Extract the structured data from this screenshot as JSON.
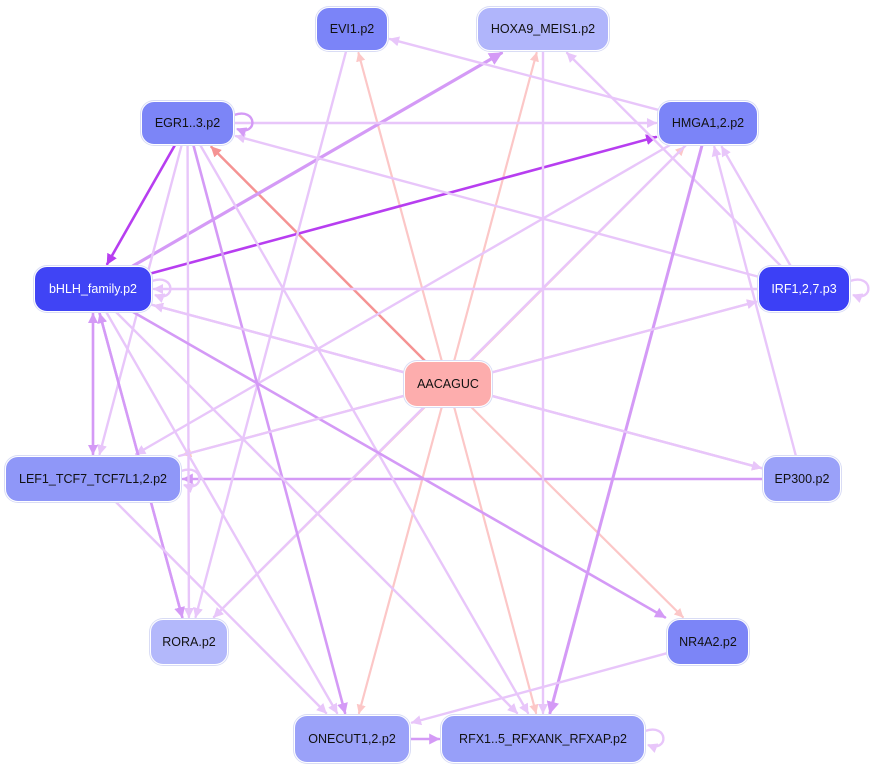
{
  "nodes": {
    "evi1": {
      "label": "EVI1.p2",
      "fill": "#7b84f8",
      "text": "#111111"
    },
    "hoxa9": {
      "label": "HOXA9_MEIS1.p2",
      "fill": "#b0b5fb",
      "text": "#111111"
    },
    "egr": {
      "label": "EGR1..3.p2",
      "fill": "#7c85f7",
      "text": "#111111"
    },
    "hmga": {
      "label": "HMGA1,2.p2",
      "fill": "#7b84f8",
      "text": "#111111"
    },
    "bhlh": {
      "label": "bHLH_family.p2",
      "fill": "#4044f5",
      "text": "#ffffff"
    },
    "irf": {
      "label": "IRF1,2,7.p3",
      "fill": "#3c40f6",
      "text": "#ffffff"
    },
    "aacaguc": {
      "label": "AACAGUC",
      "fill": "#fdadad",
      "text": "#111111"
    },
    "lef1": {
      "label": "LEF1_TCF7_TCF7L1,2.p2",
      "fill": "#8f97f8",
      "text": "#111111"
    },
    "ep300": {
      "label": "EP300.p2",
      "fill": "#9aa1f9",
      "text": "#111111"
    },
    "rora": {
      "label": "RORA.p2",
      "fill": "#b3b8fb",
      "text": "#111111"
    },
    "nr4a2": {
      "label": "NR4A2.p2",
      "fill": "#7c85f7",
      "text": "#111111"
    },
    "onecut": {
      "label": "ONECUT1,2.p2",
      "fill": "#9aa1f9",
      "text": "#111111"
    },
    "rfx": {
      "label": "RFX1..5_RFXANK_RFXAP.p2",
      "fill": "#979ff9",
      "text": "#111111"
    }
  },
  "colors": {
    "strong_purple": "#b73ef0",
    "mid_purple": "#d49af6",
    "light_purple": "#e8c6fa",
    "strong_red": "#f59393",
    "light_red": "#fcc7c7"
  },
  "edges": [
    {
      "from": "aacaguc",
      "to": "egr",
      "color": "strong_red",
      "width": 2.5
    },
    {
      "from": "aacaguc",
      "to": "evi1",
      "color": "light_red",
      "width": 2.2
    },
    {
      "from": "aacaguc",
      "to": "hoxa9",
      "color": "light_red",
      "width": 2.2
    },
    {
      "from": "aacaguc",
      "to": "hmga",
      "color": "light_red",
      "width": 2.2
    },
    {
      "from": "aacaguc",
      "to": "irf",
      "color": "light_red",
      "width": 2.2
    },
    {
      "from": "aacaguc",
      "to": "bhlh",
      "color": "light_red",
      "width": 2.2
    },
    {
      "from": "aacaguc",
      "to": "lef1",
      "color": "light_red",
      "width": 2.2
    },
    {
      "from": "aacaguc",
      "to": "ep300",
      "color": "light_red",
      "width": 2.2
    },
    {
      "from": "aacaguc",
      "to": "rora",
      "color": "light_red",
      "width": 2.2
    },
    {
      "from": "aacaguc",
      "to": "nr4a2",
      "color": "light_red",
      "width": 2.2
    },
    {
      "from": "aacaguc",
      "to": "onecut",
      "color": "light_red",
      "width": 2.2
    },
    {
      "from": "aacaguc",
      "to": "rfx",
      "color": "light_red",
      "width": 2.2
    },
    {
      "from": "egr",
      "to": "bhlh",
      "color": "strong_purple",
      "width": 2.6
    },
    {
      "from": "bhlh",
      "to": "hmga",
      "color": "strong_purple",
      "width": 2.6
    },
    {
      "from": "bhlh",
      "to": "hoxa9",
      "color": "mid_purple",
      "width": 3.2
    },
    {
      "from": "egr",
      "to": "hmga",
      "color": "light_purple",
      "width": 2.4
    },
    {
      "from": "hmga",
      "to": "evi1",
      "color": "light_purple",
      "width": 2.4
    },
    {
      "from": "irf",
      "to": "egr",
      "color": "light_purple",
      "width": 2.4
    },
    {
      "from": "irf",
      "to": "hmga",
      "color": "light_purple",
      "width": 2.4
    },
    {
      "from": "irf",
      "to": "hoxa9",
      "color": "light_purple",
      "width": 2.4
    },
    {
      "from": "ep300",
      "to": "hmga",
      "color": "light_purple",
      "width": 2.4
    },
    {
      "from": "ep300",
      "to": "lef1",
      "color": "mid_purple",
      "width": 2.6
    },
    {
      "from": "ep300",
      "to": "bhlh",
      "color": "light_purple",
      "width": 2.4
    },
    {
      "from": "irf",
      "to": "bhlh",
      "color": "light_purple",
      "width": 2.4
    },
    {
      "from": "hmga",
      "to": "rfx",
      "color": "mid_purple",
      "width": 3.0
    },
    {
      "from": "hmga",
      "to": "lef1",
      "color": "light_purple",
      "width": 2.4
    },
    {
      "from": "hmga",
      "to": "rora",
      "color": "light_purple",
      "width": 2.4
    },
    {
      "from": "evi1",
      "to": "rora",
      "color": "light_purple",
      "width": 2.4
    },
    {
      "from": "hoxa9",
      "to": "rfx",
      "color": "light_purple",
      "width": 2.4
    },
    {
      "from": "egr",
      "to": "onecut",
      "color": "mid_purple",
      "width": 2.6
    },
    {
      "from": "egr",
      "to": "lef1",
      "color": "light_purple",
      "width": 2.4
    },
    {
      "from": "egr",
      "to": "rora",
      "color": "light_purple",
      "width": 2.4
    },
    {
      "from": "egr",
      "to": "rfx",
      "color": "light_purple",
      "width": 2.4
    },
    {
      "from": "bhlh",
      "to": "lef1",
      "color": "mid_purple",
      "width": 2.4
    },
    {
      "from": "lef1",
      "to": "bhlh",
      "color": "mid_purple",
      "width": 2.4
    },
    {
      "from": "bhlh",
      "to": "rora",
      "color": "mid_purple",
      "width": 2.6
    },
    {
      "from": "rora",
      "to": "bhlh",
      "color": "mid_purple",
      "width": 2.4
    },
    {
      "from": "bhlh",
      "to": "onecut",
      "color": "light_purple",
      "width": 2.4
    },
    {
      "from": "bhlh",
      "to": "nr4a2",
      "color": "mid_purple",
      "width": 2.6
    },
    {
      "from": "bhlh",
      "to": "rfx",
      "color": "light_purple",
      "width": 2.4
    },
    {
      "from": "bhlh",
      "to": "ep300",
      "color": "light_purple",
      "width": 2.4
    },
    {
      "from": "lef1",
      "to": "onecut",
      "color": "light_purple",
      "width": 2.4
    },
    {
      "from": "lef1",
      "to": "irf",
      "color": "light_purple",
      "width": 2.4
    },
    {
      "from": "nr4a2",
      "to": "onecut",
      "color": "light_purple",
      "width": 2.4
    },
    {
      "from": "onecut",
      "to": "rfx",
      "color": "mid_purple",
      "width": 2.6
    }
  ],
  "self_loops": [
    {
      "node": "egr",
      "color": "mid_purple"
    },
    {
      "node": "bhlh",
      "color": "light_purple"
    },
    {
      "node": "irf",
      "color": "light_purple"
    },
    {
      "node": "lef1",
      "color": "light_purple"
    },
    {
      "node": "rfx",
      "color": "light_purple"
    }
  ]
}
